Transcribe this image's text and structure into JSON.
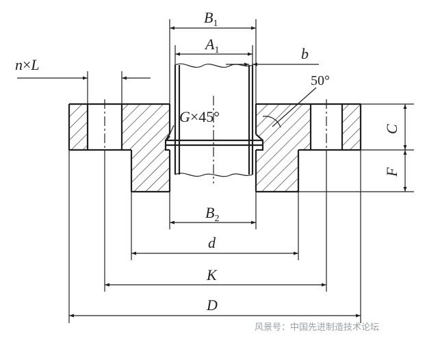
{
  "labels": {
    "B1": "B",
    "B1_sub": "1",
    "A1": "A",
    "A1_sub": "1",
    "b": "b",
    "nL_n": "n",
    "nL_x": "×",
    "nL_L": "L",
    "angle": "50°",
    "chamfer_G": "G",
    "chamfer_rest": "×45°",
    "C": "C",
    "F": "F",
    "B2": "B",
    "B2_sub": "2",
    "d": "d",
    "K": "K",
    "D": "D"
  },
  "watermark": "风景号：中国先进制造技术论坛",
  "colors": {
    "line": "#1f1f1f",
    "hatch": "#2b2b2b",
    "watermark": "#9aa0a6"
  }
}
